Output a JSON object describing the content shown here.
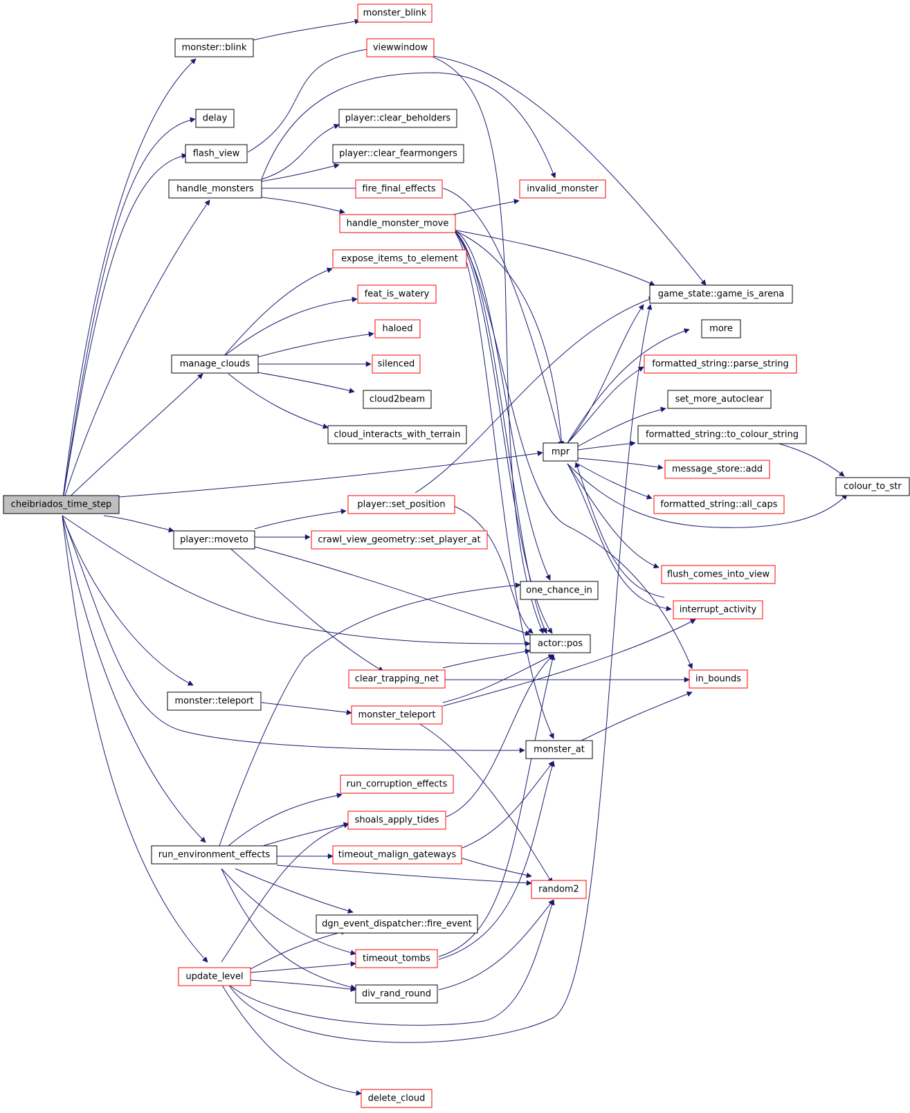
{
  "colors": {
    "edge": "#191970",
    "node_border_default": "#000000",
    "node_border_red": "#ff0000",
    "root_fill": "#bfbfbf"
  },
  "nodes": {
    "root": {
      "label": "cheibriados_time_step",
      "style": "root"
    },
    "monster_blink_fn": {
      "label": "monster_blink",
      "style": "red"
    },
    "monster_blink_m": {
      "label": "monster::blink",
      "style": "black"
    },
    "viewwindow": {
      "label": "viewwindow",
      "style": "red"
    },
    "delay": {
      "label": "delay",
      "style": "black"
    },
    "flash_view": {
      "label": "flash_view",
      "style": "black"
    },
    "clear_beholders": {
      "label": "player::clear_beholders",
      "style": "black"
    },
    "clear_fearmongers": {
      "label": "player::clear_fearmongers",
      "style": "black"
    },
    "handle_monsters": {
      "label": "handle_monsters",
      "style": "black"
    },
    "fire_final_effects": {
      "label": "fire_final_effects",
      "style": "red"
    },
    "invalid_monster": {
      "label": "invalid_monster",
      "style": "red"
    },
    "handle_monster_move": {
      "label": "handle_monster_move",
      "style": "red"
    },
    "expose_items": {
      "label": "expose_items_to_element",
      "style": "red"
    },
    "feat_is_watery": {
      "label": "feat_is_watery",
      "style": "red"
    },
    "game_is_arena": {
      "label": "game_state::game_is_arena",
      "style": "black"
    },
    "haloed": {
      "label": "haloed",
      "style": "red"
    },
    "more": {
      "label": "more",
      "style": "black"
    },
    "manage_clouds": {
      "label": "manage_clouds",
      "style": "black"
    },
    "silenced": {
      "label": "silenced",
      "style": "red"
    },
    "parse_string": {
      "label": "formatted_string::parse_string",
      "style": "red"
    },
    "cloud2beam": {
      "label": "cloud2beam",
      "style": "black"
    },
    "set_more_autoclear": {
      "label": "set_more_autoclear",
      "style": "black"
    },
    "cloud_interacts": {
      "label": "cloud_interacts_with_terrain",
      "style": "black"
    },
    "to_colour_string": {
      "label": "formatted_string::to_colour_string",
      "style": "black"
    },
    "mpr": {
      "label": "mpr",
      "style": "black"
    },
    "message_store_add": {
      "label": "message_store::add",
      "style": "red"
    },
    "colour_to_str": {
      "label": "colour_to_str",
      "style": "black"
    },
    "set_position": {
      "label": "player::set_position",
      "style": "red"
    },
    "all_caps": {
      "label": "formatted_string::all_caps",
      "style": "red"
    },
    "moveto": {
      "label": "player::moveto",
      "style": "black"
    },
    "set_player_at": {
      "label": "crawl_view_geometry::set_player_at",
      "style": "red"
    },
    "flush_comes": {
      "label": "flush_comes_into_view",
      "style": "red"
    },
    "one_chance_in": {
      "label": "one_chance_in",
      "style": "black"
    },
    "interrupt_activity": {
      "label": "interrupt_activity",
      "style": "red"
    },
    "actor_pos": {
      "label": "actor::pos",
      "style": "black"
    },
    "clear_trapping_net": {
      "label": "clear_trapping_net",
      "style": "red"
    },
    "in_bounds": {
      "label": "in_bounds",
      "style": "red"
    },
    "monster_teleport_m": {
      "label": "monster::teleport",
      "style": "black"
    },
    "monster_teleport_fn": {
      "label": "monster_teleport",
      "style": "red"
    },
    "monster_at": {
      "label": "monster_at",
      "style": "black"
    },
    "run_corruption": {
      "label": "run_corruption_effects",
      "style": "red"
    },
    "shoals_apply_tides": {
      "label": "shoals_apply_tides",
      "style": "red"
    },
    "run_env": {
      "label": "run_environment_effects",
      "style": "black"
    },
    "timeout_malign": {
      "label": "timeout_malign_gateways",
      "style": "red"
    },
    "random2": {
      "label": "random2",
      "style": "red"
    },
    "fire_event": {
      "label": "dgn_event_dispatcher::fire_event",
      "style": "black"
    },
    "timeout_tombs": {
      "label": "timeout_tombs",
      "style": "red"
    },
    "update_level": {
      "label": "update_level",
      "style": "red"
    },
    "div_rand_round": {
      "label": "div_rand_round",
      "style": "black"
    },
    "delete_cloud": {
      "label": "delete_cloud",
      "style": "red"
    }
  }
}
